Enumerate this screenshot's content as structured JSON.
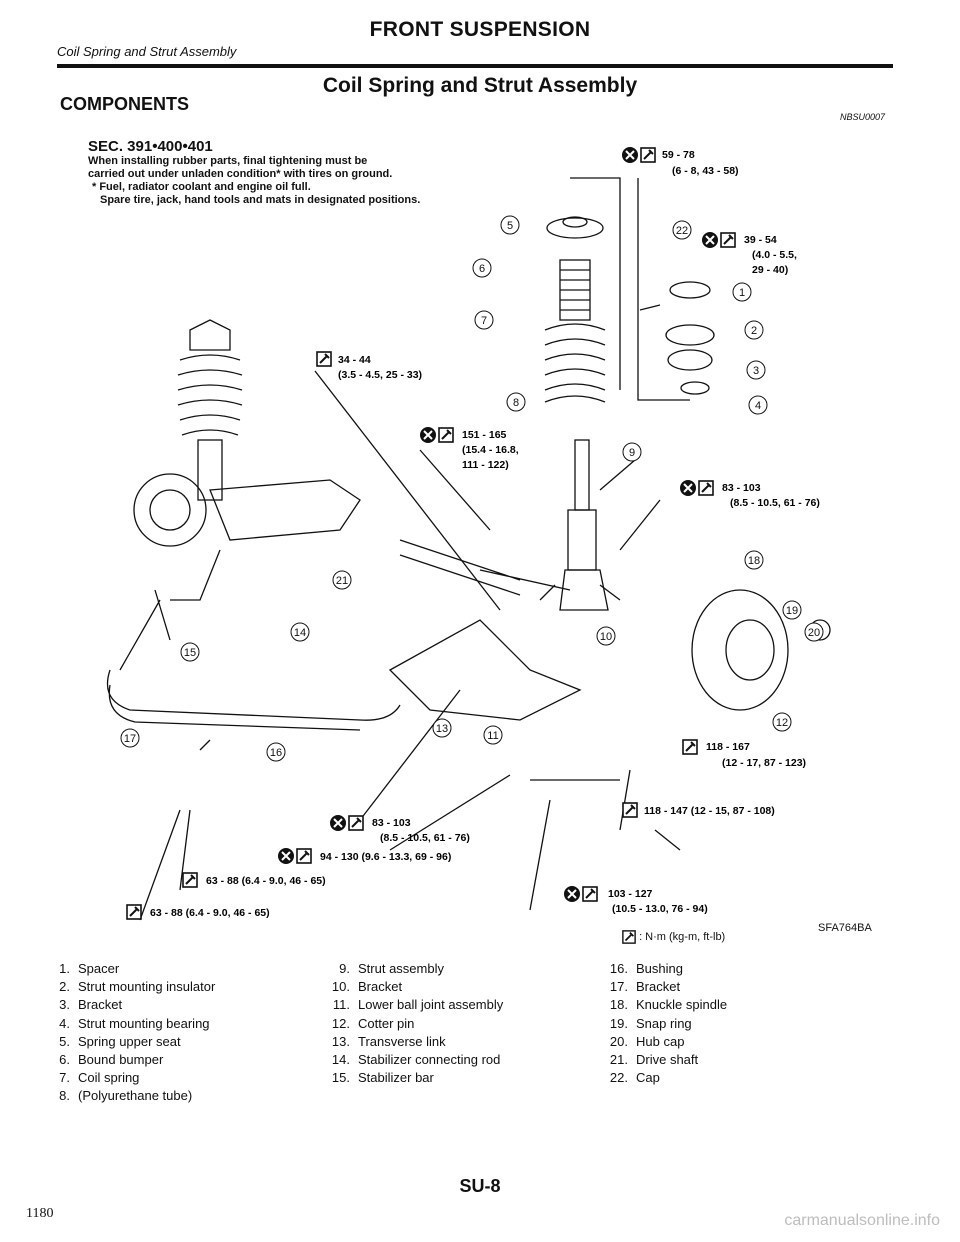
{
  "header": {
    "title": "FRONT SUSPENSION",
    "subtitle": "Coil Spring and Strut Assembly"
  },
  "section": {
    "title": "Coil Spring and Strut Assembly",
    "components_heading": "COMPONENTS",
    "ref_code": "NBSU0007"
  },
  "notes": {
    "sec": "SEC. 391•400•401",
    "line1": "When installing rubber parts, final tightening must be",
    "line2": "carried out under unladen condition* with tires on ground.",
    "line3": "*  Fuel, radiator coolant and engine oil full.",
    "line4": "Spare tire, jack, hand tools and mats in designated positions."
  },
  "torques": {
    "t1": "59 - 78",
    "t1b": "(6 - 8, 43 - 58)",
    "t2": "39 - 54",
    "t2b": "(4.0 - 5.5,",
    "t2c": "29 - 40)",
    "t3": "34 - 44",
    "t3b": "(3.5 - 4.5, 25 - 33)",
    "t4": "151 - 165",
    "t4b": "(15.4 - 16.8,",
    "t4c": "111 - 122)",
    "t5": "83 - 103",
    "t5b": "(8.5 - 10.5, 61 - 76)",
    "t6": "118 - 167",
    "t6b": "(12 - 17, 87 - 123)",
    "t7": "118 - 147 (12 - 15, 87 - 108)",
    "t8": "83 - 103",
    "t8b": "(8.5 - 10.5, 61 - 76)",
    "t9": "94 - 130 (9.6 - 13.3, 69 - 96)",
    "t10": "63 - 88 (6.4 - 9.0, 46 - 65)",
    "t11": "63 - 88 (6.4 - 9.0, 46 - 65)",
    "t12": "103 - 127",
    "t12b": "(10.5 - 13.0, 76 - 94)"
  },
  "callouts": {
    "c1": "1",
    "c2": "2",
    "c3": "3",
    "c4": "4",
    "c5": "5",
    "c6": "6",
    "c7": "7",
    "c8": "8",
    "c9": "9",
    "c10": "10",
    "c11": "11",
    "c12": "12",
    "c13": "13",
    "c14": "14",
    "c15": "15",
    "c16": "16",
    "c17": "17",
    "c18": "18",
    "c19": "19",
    "c20": "20",
    "c21": "21",
    "c22": "22"
  },
  "legend": {
    "text": ": N·m (kg-m, ft-lb)"
  },
  "figure_code": "SFA764BA",
  "parts": {
    "col1": [
      {
        "num": "1.",
        "name": "Spacer"
      },
      {
        "num": "2.",
        "name": "Strut mounting insulator"
      },
      {
        "num": "3.",
        "name": "Bracket"
      },
      {
        "num": "4.",
        "name": "Strut mounting bearing"
      },
      {
        "num": "5.",
        "name": "Spring upper seat"
      },
      {
        "num": "6.",
        "name": "Bound bumper"
      },
      {
        "num": "7.",
        "name": "Coil spring"
      },
      {
        "num": "8.",
        "name": "(Polyurethane tube)"
      }
    ],
    "col2": [
      {
        "num": "9.",
        "name": "Strut assembly"
      },
      {
        "num": "10.",
        "name": "Bracket"
      },
      {
        "num": "11.",
        "name": "Lower ball joint assembly"
      },
      {
        "num": "12.",
        "name": "Cotter pin"
      },
      {
        "num": "13.",
        "name": "Transverse link"
      },
      {
        "num": "14.",
        "name": "Stabilizer connecting rod"
      },
      {
        "num": "15.",
        "name": "Stabilizer bar"
      }
    ],
    "col3": [
      {
        "num": "16.",
        "name": "Bushing"
      },
      {
        "num": "17.",
        "name": "Bracket"
      },
      {
        "num": "18.",
        "name": "Knuckle spindle"
      },
      {
        "num": "19.",
        "name": "Snap ring"
      },
      {
        "num": "20.",
        "name": "Hub cap"
      },
      {
        "num": "21.",
        "name": "Drive shaft"
      },
      {
        "num": "22.",
        "name": "Cap"
      }
    ]
  },
  "footer": {
    "page_code": "SU-8",
    "page_number": "1180",
    "watermark": "carmanualsonline.info"
  }
}
